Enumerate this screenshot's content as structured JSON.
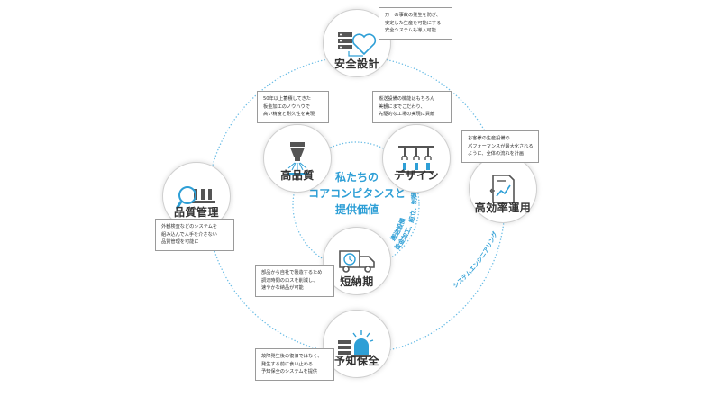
{
  "center": {
    "lines": [
      "私たちの",
      "コアコンピタンスと",
      "提供価値"
    ]
  },
  "nodes": {
    "safety": {
      "label": "安全設計",
      "icon": "server-heart-icon"
    },
    "quality": {
      "label": "高品質",
      "icon": "spray-nozzle-icon"
    },
    "design": {
      "label": "デザイン",
      "icon": "robot-arms-line-icon"
    },
    "efficiency": {
      "label": "高効率運用",
      "icon": "document-chart-icon"
    },
    "qc": {
      "label": "品質管理",
      "icon": "magnifier-bottles-icon"
    },
    "short_lead": {
      "label": "短納期",
      "icon": "delivery-truck-clock-icon"
    },
    "predictive": {
      "label": "予知保全",
      "icon": "alarm-server-icon"
    }
  },
  "notes": {
    "safety": [
      "万一の事故の発生を防ぎ、",
      "安定した生産を可能にする",
      "安全システムも導入可能"
    ],
    "quality": [
      "50年以上蓄積してきた",
      "板金加工のノウハウで",
      "高い精度と耐久性を実現"
    ],
    "design": [
      "搬送設備の機能はもちろん",
      "美観にまでこだわり、",
      "先駆的な工場の実現に貢献"
    ],
    "efficiency": [
      "お客様の生産設備の",
      "パフォーマンスが最大化される",
      "ように、全体の流れを計画"
    ],
    "qc": [
      "外観検査などのシステムを",
      "組み込んで人手を介さない",
      "品質管理を可能に"
    ],
    "short_lead": [
      "部品から自社で製造するため",
      "調達時間のロスを削減し、",
      "速やかな納品が可能"
    ],
    "predictive": [
      "故障発生後の復旧ではなく、",
      "発生する前に食い止める",
      "予知保全のシステムを提供"
    ]
  },
  "arc_labels": {
    "inner_1": "搬送設備",
    "inner_2": "板金加工、組立、制御技術",
    "outer": "システムエンジニアリング"
  },
  "colors": {
    "accent": "#2e9fd6",
    "icon_dark": "#555555",
    "ring": "#6bbde6"
  }
}
